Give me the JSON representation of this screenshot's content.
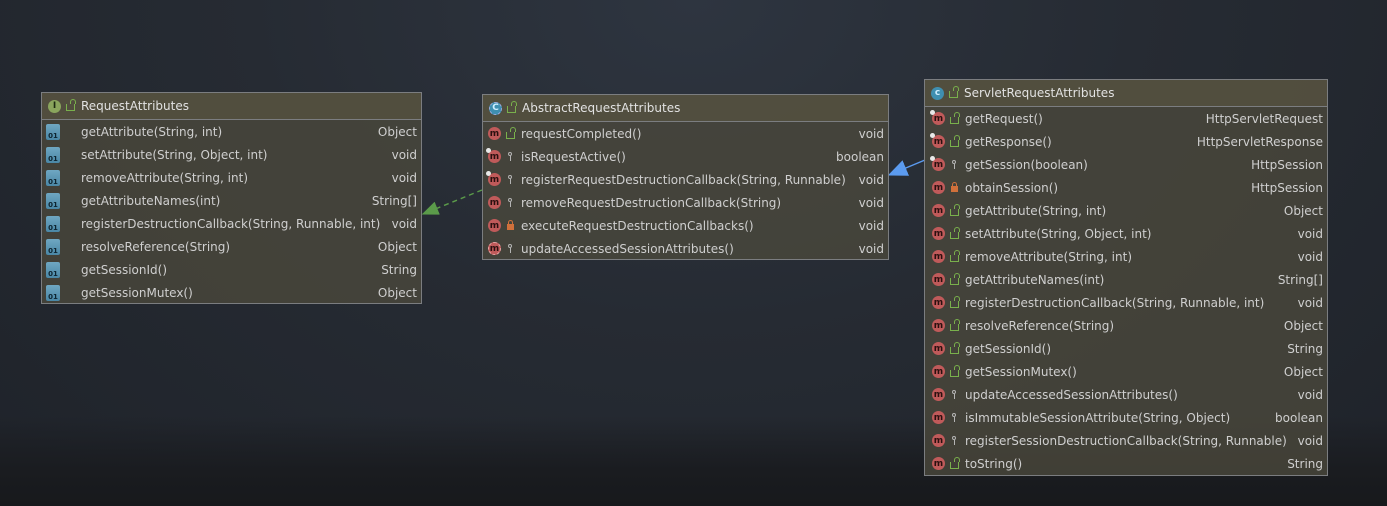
{
  "colors": {
    "inheritance_arrow": "#5b9bf0",
    "implements_arrow": "#5b9b4a",
    "method_icon": "#c05a5a",
    "class_icon": "#3f8fb0",
    "interface_icon": "#8aa55d"
  },
  "edges": [
    {
      "from": "AbstractRequestAttributes",
      "to": "RequestAttributes",
      "kind": "implements",
      "style": "dashed"
    },
    {
      "from": "ServletRequestAttributes",
      "to": "AbstractRequestAttributes",
      "kind": "extends",
      "style": "solid"
    }
  ],
  "interface": {
    "name": "RequestAttributes",
    "icon_letter": "I",
    "methods": [
      {
        "name": "getAttribute(String, int)",
        "type": "Object"
      },
      {
        "name": "setAttribute(String, Object, int)",
        "type": "void"
      },
      {
        "name": "removeAttribute(String, int)",
        "type": "void"
      },
      {
        "name": "getAttributeNames(int)",
        "type": "String[]"
      },
      {
        "name": "registerDestructionCallback(String, Runnable, int)",
        "type": "void"
      },
      {
        "name": "resolveReference(String)",
        "type": "Object"
      },
      {
        "name": "getSessionId()",
        "type": "String"
      },
      {
        "name": "getSessionMutex()",
        "type": "Object"
      }
    ]
  },
  "abstract_class": {
    "name": "AbstractRequestAttributes",
    "icon_letter": "C",
    "methods": [
      {
        "name": "requestCompleted()",
        "type": "void",
        "icon": "m",
        "vis": "public",
        "override": false
      },
      {
        "name": "isRequestActive()",
        "type": "boolean",
        "icon": "m",
        "vis": "protected",
        "override": true
      },
      {
        "name": "registerRequestDestructionCallback(String, Runnable)",
        "type": "void",
        "icon": "m",
        "vis": "protected",
        "override": true
      },
      {
        "name": "removeRequestDestructionCallback(String)",
        "type": "void",
        "icon": "m",
        "vis": "protected",
        "override": false
      },
      {
        "name": "executeRequestDestructionCallbacks()",
        "type": "void",
        "icon": "m",
        "vis": "private",
        "override": false
      },
      {
        "name": "updateAccessedSessionAttributes()",
        "type": "void",
        "icon": "abs",
        "vis": "protected",
        "override": false
      }
    ]
  },
  "class": {
    "name": "ServletRequestAttributes",
    "icon_letter": "c",
    "methods": [
      {
        "name": "getRequest()",
        "type": "HttpServletRequest",
        "vis": "public",
        "override": true
      },
      {
        "name": "getResponse()",
        "type": "HttpServletResponse",
        "vis": "public",
        "override": true
      },
      {
        "name": "getSession(boolean)",
        "type": "HttpSession",
        "vis": "protected",
        "override": true
      },
      {
        "name": "obtainSession()",
        "type": "HttpSession",
        "vis": "private",
        "override": false
      },
      {
        "name": "getAttribute(String, int)",
        "type": "Object",
        "vis": "public",
        "override": false
      },
      {
        "name": "setAttribute(String, Object, int)",
        "type": "void",
        "vis": "public",
        "override": false
      },
      {
        "name": "removeAttribute(String, int)",
        "type": "void",
        "vis": "public",
        "override": false
      },
      {
        "name": "getAttributeNames(int)",
        "type": "String[]",
        "vis": "public",
        "override": false
      },
      {
        "name": "registerDestructionCallback(String, Runnable, int)",
        "type": "void",
        "vis": "public",
        "override": false
      },
      {
        "name": "resolveReference(String)",
        "type": "Object",
        "vis": "public",
        "override": false
      },
      {
        "name": "getSessionId()",
        "type": "String",
        "vis": "public",
        "override": false
      },
      {
        "name": "getSessionMutex()",
        "type": "Object",
        "vis": "public",
        "override": false
      },
      {
        "name": "updateAccessedSessionAttributes()",
        "type": "void",
        "vis": "protected",
        "override": false
      },
      {
        "name": "isImmutableSessionAttribute(String, Object)",
        "type": "boolean",
        "vis": "protected",
        "override": false
      },
      {
        "name": "registerSessionDestructionCallback(String, Runnable)",
        "type": "void",
        "vis": "protected",
        "override": false
      },
      {
        "name": "toString()",
        "type": "String",
        "vis": "public",
        "override": false
      }
    ]
  }
}
